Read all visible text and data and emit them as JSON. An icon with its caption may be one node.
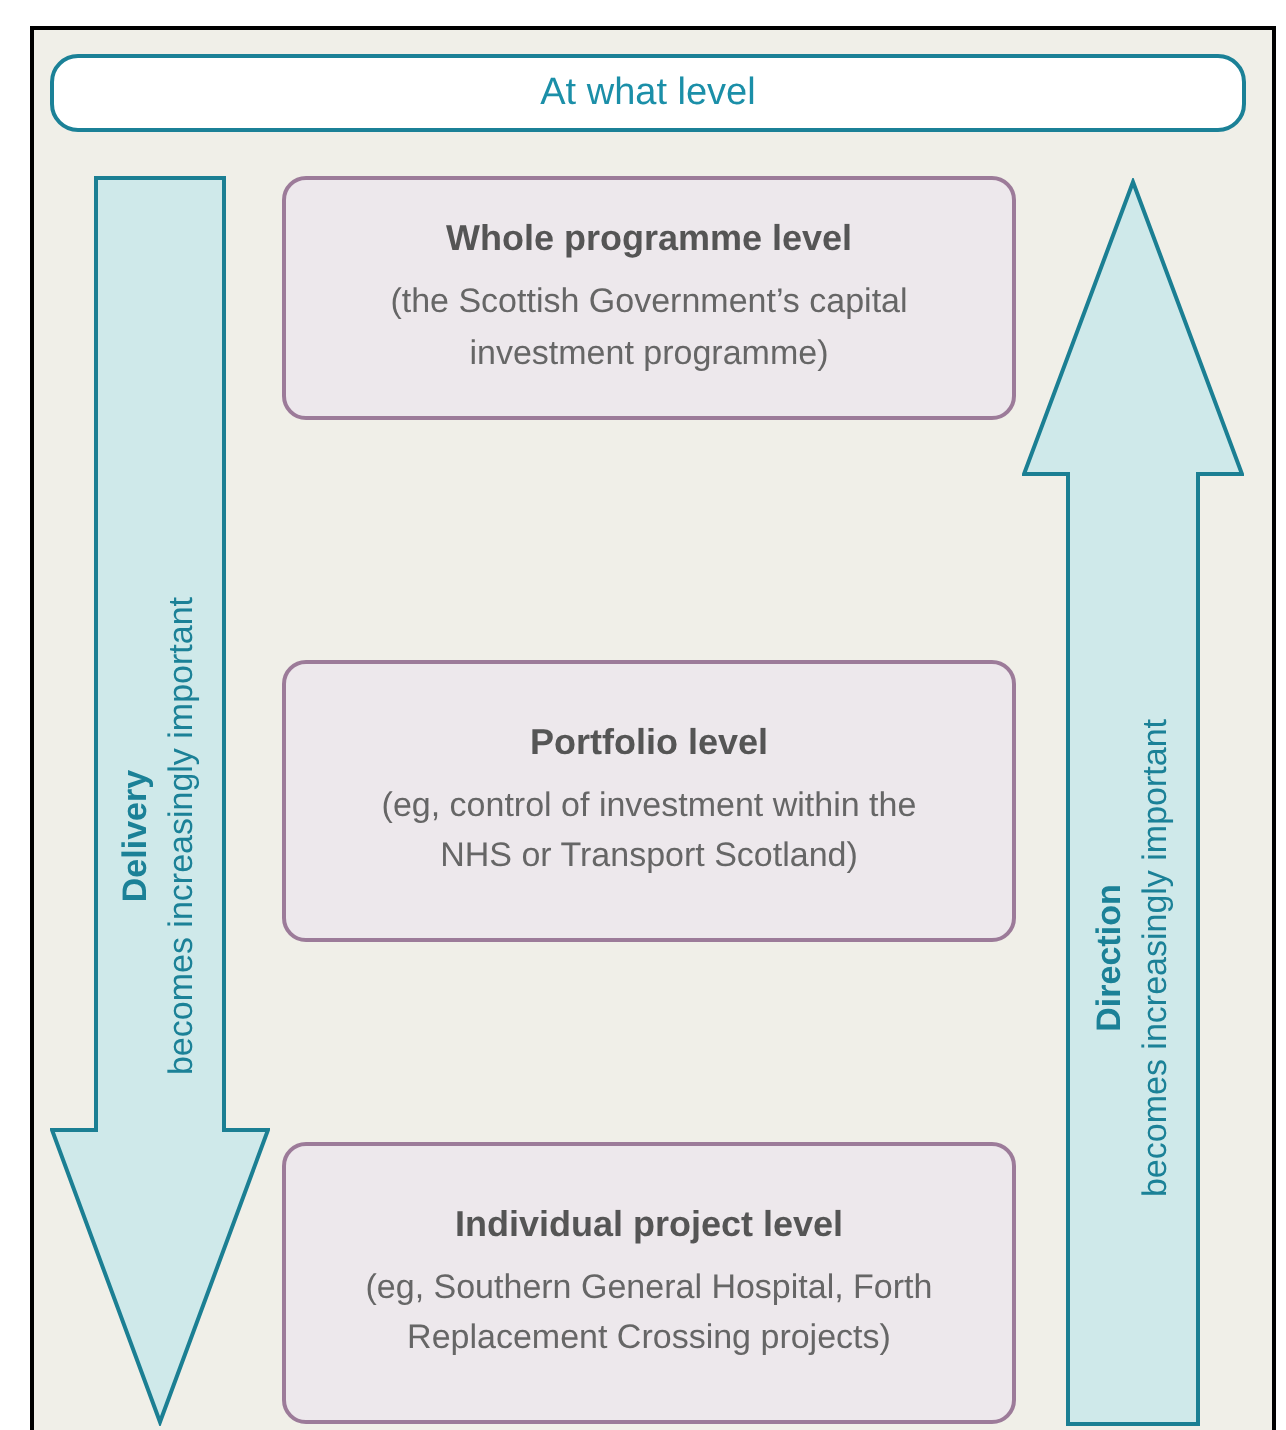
{
  "diagram": {
    "nodes": [
      {
        "text": [
          "At what level"
        ]
      },
      {
        "text": [
          "Whole programme level",
          "(the Scottish Government’s capital investment programme)"
        ]
      },
      {
        "text": [
          "Portfolio level",
          "(eg, control of investment within the NHS or Transport Scotland)"
        ]
      },
      {
        "text": [
          "Individual project level",
          "(eg, Southern General Hospital, Forth Replacement Crossing projects)"
        ]
      },
      {
        "text": [
          "Delivery",
          "becomes increasingly important"
        ]
      },
      {
        "text": [
          "Direction",
          "becomes increasingly important"
        ]
      }
    ],
    "edges": []
  }
}
